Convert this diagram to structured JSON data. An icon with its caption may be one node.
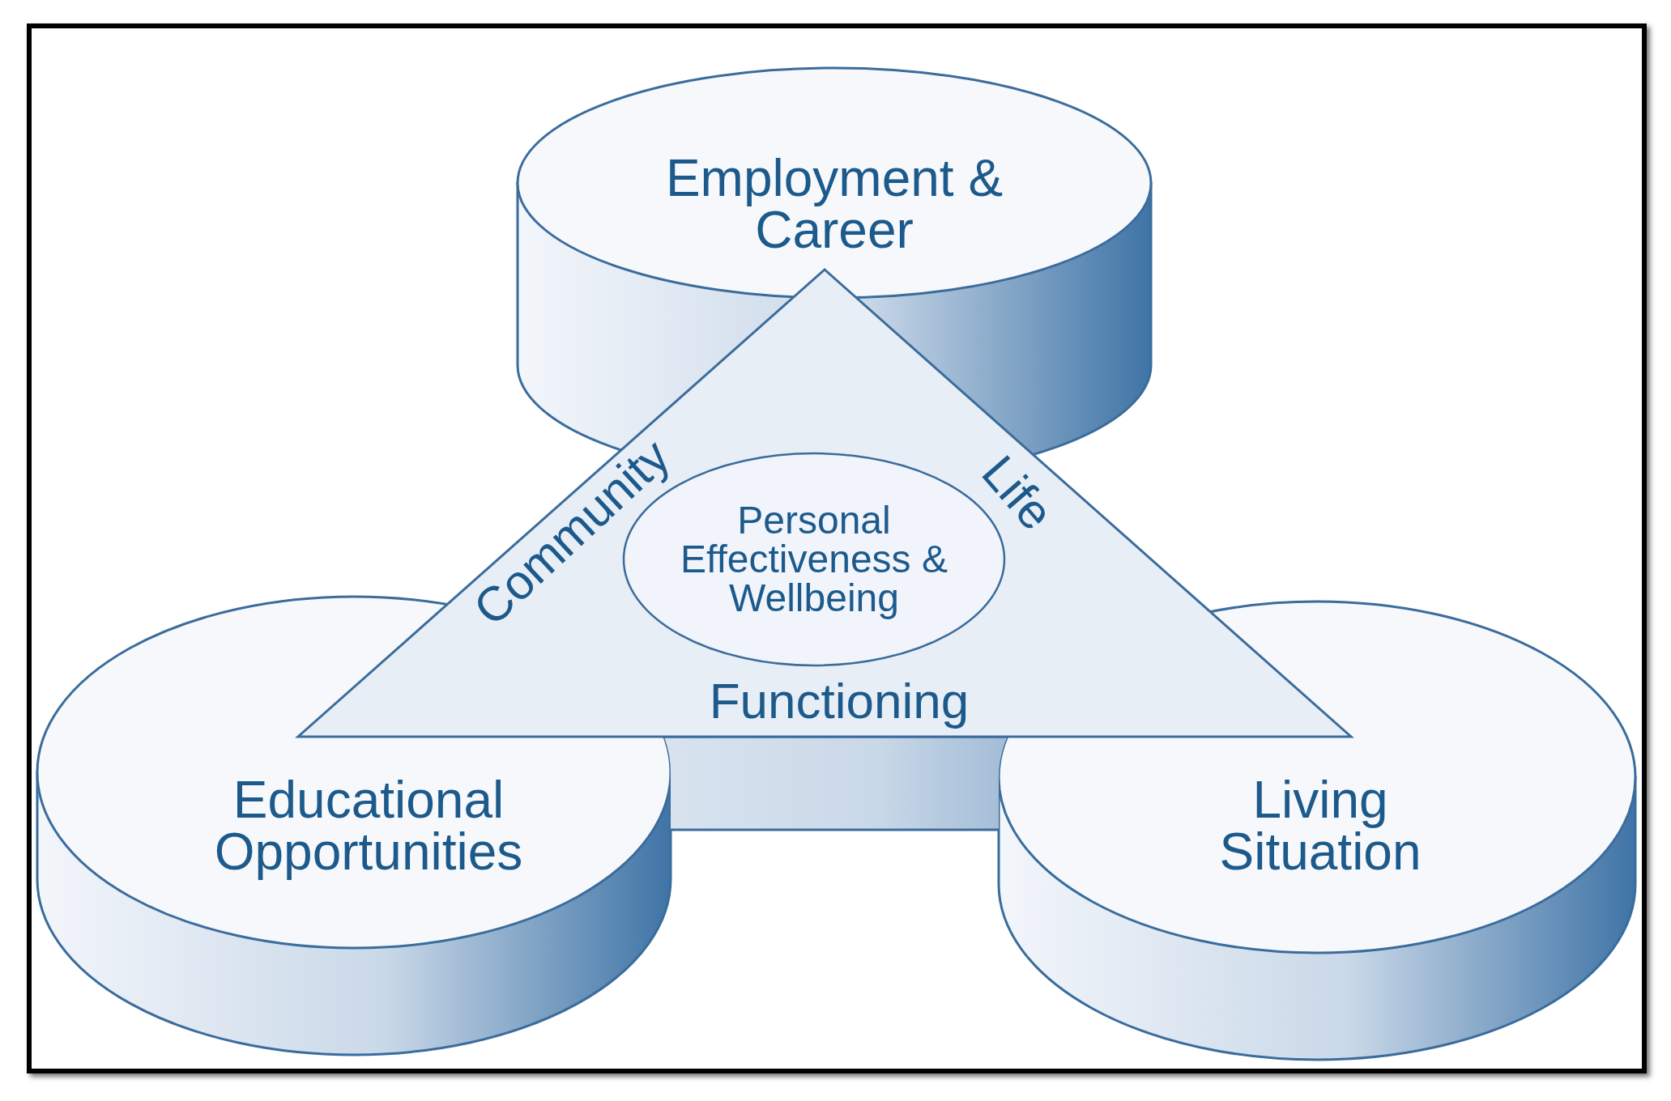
{
  "diagram": {
    "nodes": [
      {
        "text": [
          "Employment & Career"
        ]
      },
      {
        "text": [
          "Community",
          "Life",
          "Functioning"
        ]
      },
      {
        "text": [
          "Personal Effectiveness & Wellbeing"
        ],
        "in": 1
      },
      {
        "text": [
          "Educational Opportunities"
        ]
      },
      {
        "text": [
          "Living Situation"
        ]
      }
    ]
  }
}
